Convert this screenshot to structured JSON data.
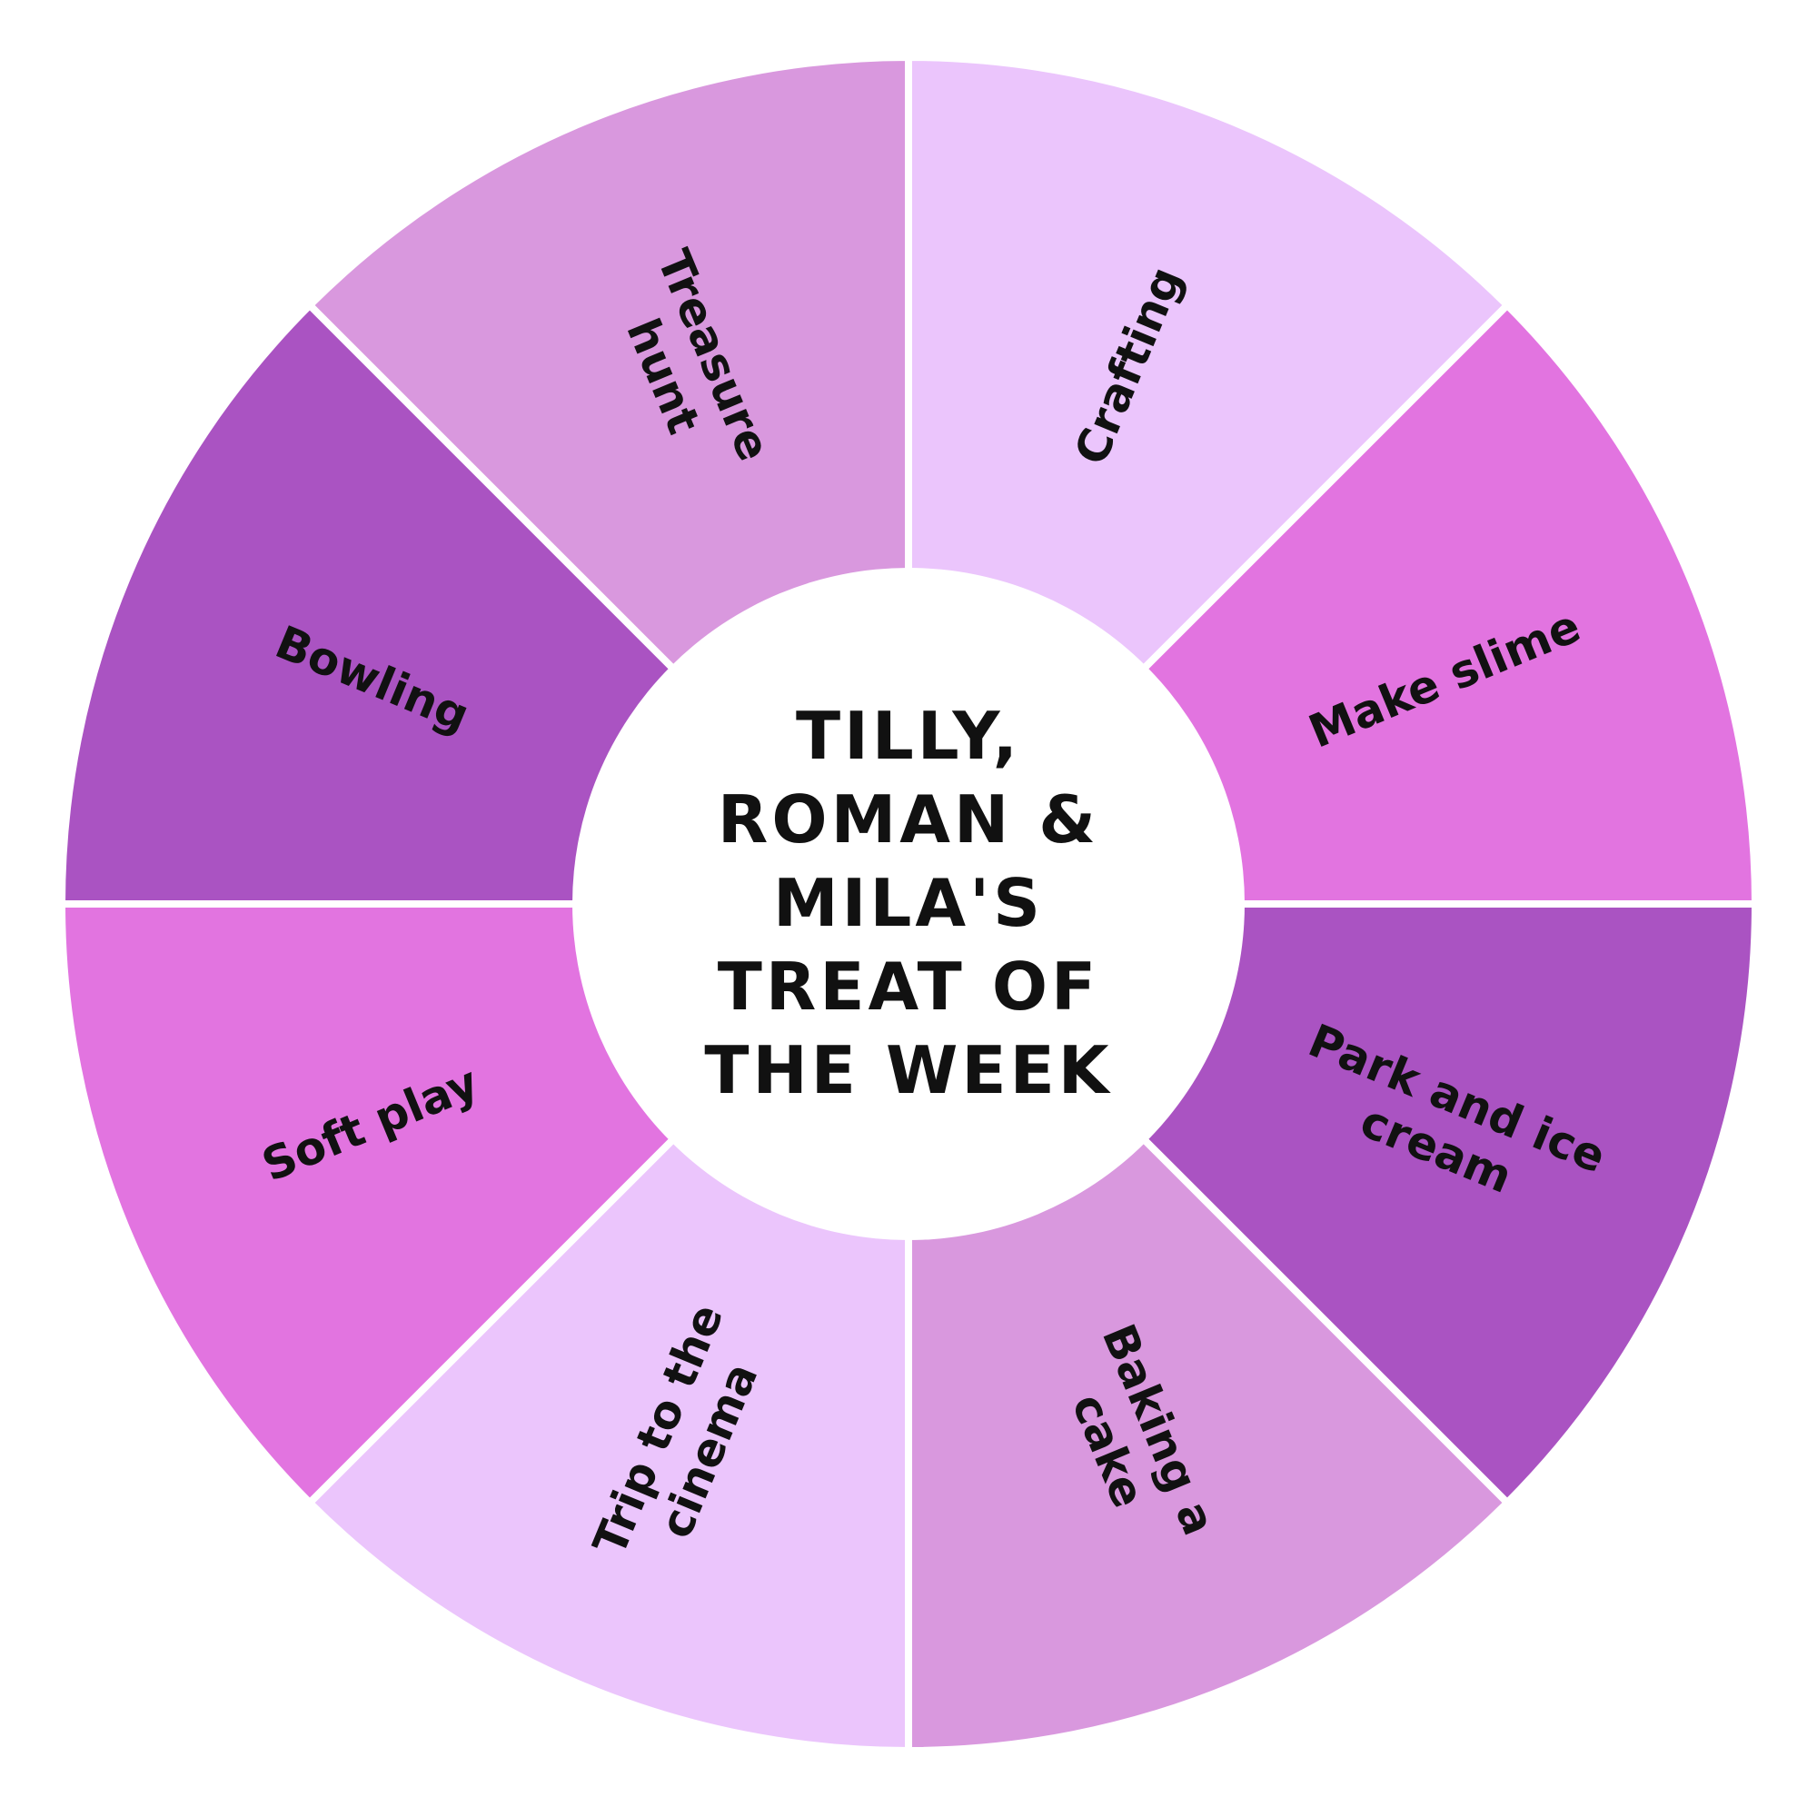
{
  "title_lines": [
    "TILLY,",
    "ROMAN &",
    "MILA'S",
    "TREAT OF",
    "THE WEEK"
  ],
  "segments": [
    {
      "lines": [
        "Crafting"
      ],
      "color": "#EBC5FC"
    },
    {
      "lines": [
        "Make slime"
      ],
      "color": "#E274E0"
    },
    {
      "lines": [
        "Park and ice",
        "cream"
      ],
      "color": "#AA53C2"
    },
    {
      "lines": [
        "Baking a",
        "cake"
      ],
      "color": "#D998DE"
    },
    {
      "lines": [
        "Trip to the",
        "cinema"
      ],
      "color": "#EBC5FC"
    },
    {
      "lines": [
        "Soft play"
      ],
      "color": "#E274E0"
    },
    {
      "lines": [
        "Bowling"
      ],
      "color": "#AA53C2"
    },
    {
      "lines": [
        "Treasure",
        "hunt"
      ],
      "color": "#D998DE"
    }
  ],
  "colors": {
    "divider": "#ffffff",
    "center": "#ffffff",
    "text": "#111111"
  }
}
